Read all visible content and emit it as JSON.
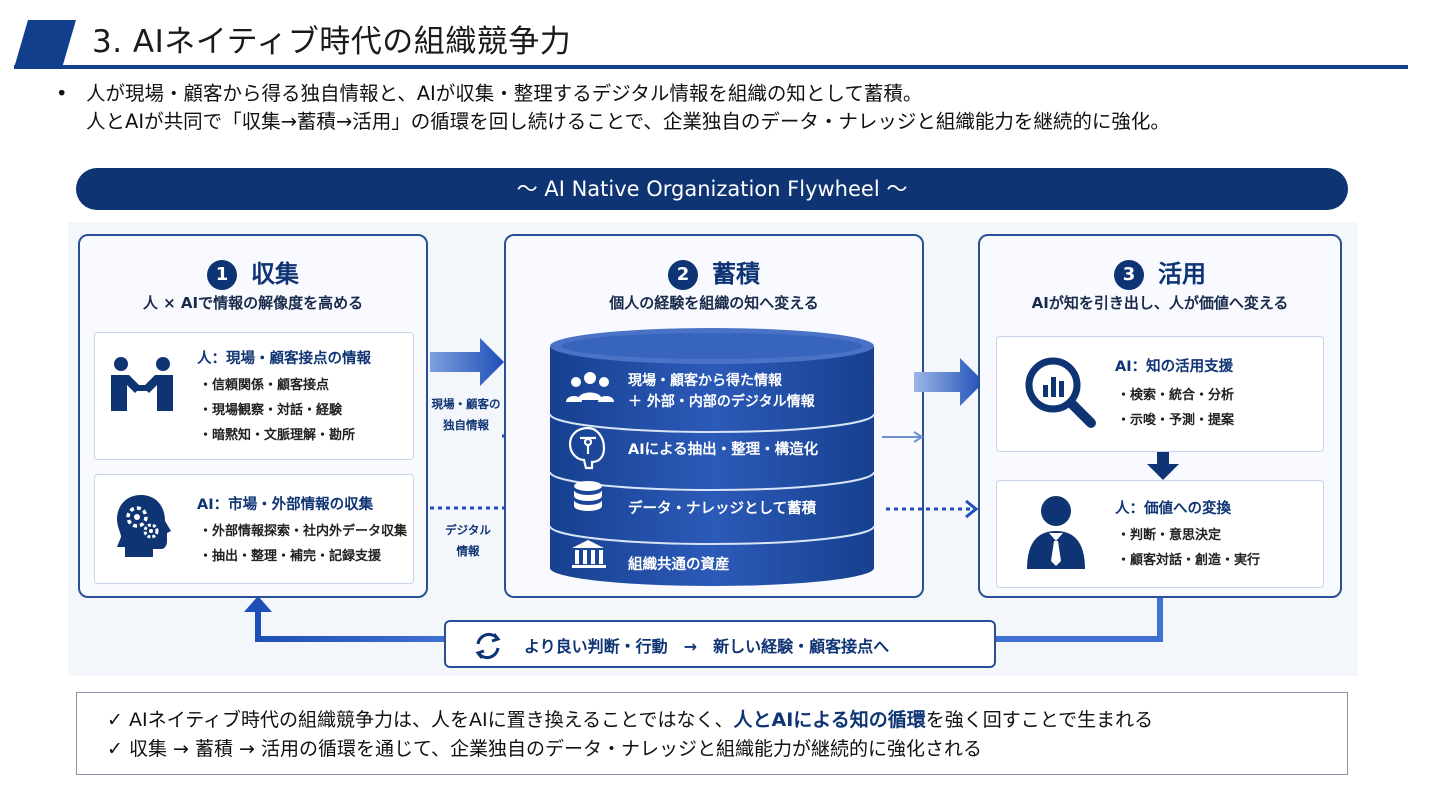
{
  "slide": {
    "title": "3. AIネイティブ時代の組織競争力",
    "bullet_marker": "•",
    "bullet_line1": "人が現場・顧客から得る独自情報と、AIが収集・整理するデジタル情報を組織の知として蓄積。",
    "bullet_line2": "人とAIが共同で「収集→蓄積→活用」の循環を回し続けることで、企業独自のデータ・ナレッジと組織能力を継続的に強化。"
  },
  "flywheel": {
    "header": "～ AI Native Organization Flywheel ～",
    "collect": {
      "number": "1",
      "title": "収集",
      "subtitle": "人 × AIで情報の解像度を高める",
      "human_card": {
        "icon": "handshake-icon",
        "title": "人：現場・顧客接点の情報",
        "items": [
          "・信頼関係・顧客接点",
          "・現場観察・対話・経験",
          "・暗黙知・文脈理解・勘所"
        ]
      },
      "ai_card": {
        "icon": "ai-head-gears-icon",
        "title": "AI：市場・外部情報の収集",
        "items": [
          "・外部情報探索・社内外データ収集",
          "・抽出・整理・補完・記録支援"
        ]
      }
    },
    "flow_labels": {
      "field_line1": "現場・顧客の",
      "field_line2": "独自情報",
      "digital_line1": "デジタル",
      "digital_line2": "情報"
    },
    "accumulate": {
      "number": "2",
      "title": "蓄積",
      "subtitle": "個人の経験を組織の知へ変える",
      "layers": [
        {
          "icon": "people-icon",
          "line1": "現場・顧客から得た情報",
          "line2": "＋ 外部・内部のデジタル情報"
        },
        {
          "icon": "ai-brain-icon",
          "line1": "AIによる抽出・整理・構造化",
          "line2": ""
        },
        {
          "icon": "database-icon",
          "line1": "データ・ナレッジとして蓄積",
          "line2": ""
        },
        {
          "icon": "institution-icon",
          "line1": "組織共通の資産",
          "line2": ""
        }
      ]
    },
    "utilize": {
      "number": "3",
      "title": "活用",
      "subtitle": "AIが知を引き出し、人が価値へ変える",
      "ai_card": {
        "icon": "analytics-search-icon",
        "title": "AI：知の活用支援",
        "items": [
          "・検索・統合・分析",
          "・示唆・予測・提案"
        ]
      },
      "human_card": {
        "icon": "businessperson-icon",
        "title": "人：価値への変換",
        "items": [
          "・判断・意思決定",
          "・顧客対話・創造・実行"
        ]
      }
    },
    "loop": {
      "icon": "cycle-icon",
      "text": "より良い判断・行動　→　新しい経験・顧客接点へ"
    }
  },
  "summary": {
    "check": "✓",
    "line1_pre": "AIネイティブ時代の組織競争力は、人をAIに置き換えることではなく、",
    "line1_highlight": "人とAIによる知の循環",
    "line1_post": "を強く回すことで生まれる",
    "line2": "収集 → 蓄積 → 活用の循環を通じて、企業独自のデータ・ナレッジと組織能力が継続的に強化される"
  },
  "colors": {
    "navy": "#0f3474",
    "accent_blue": "#2b4f96",
    "arrow_blue": "#1d4fb8",
    "panel_bg": "#f8faff"
  }
}
